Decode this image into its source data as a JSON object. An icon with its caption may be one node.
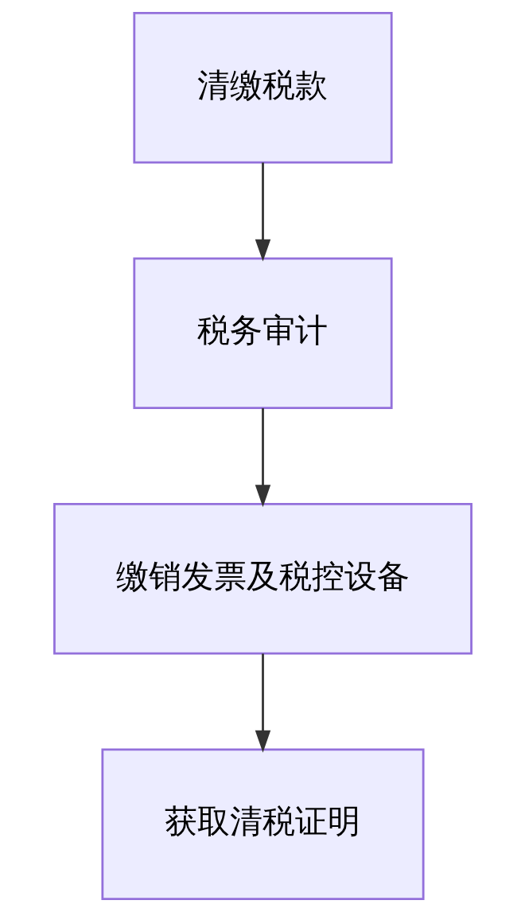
{
  "diagram": {
    "nodes": [
      {
        "text": [
          "清缴税款"
        ]
      },
      {
        "text": [
          "税务审计"
        ]
      },
      {
        "text": [
          "缴销发票及税控设备"
        ]
      },
      {
        "text": [
          "获取清税证明"
        ]
      }
    ],
    "edges": [
      {
        "from": 0,
        "to": 1,
        "arrow": "to"
      },
      {
        "from": 1,
        "to": 2,
        "arrow": "to"
      },
      {
        "from": 2,
        "to": 3,
        "arrow": "to"
      }
    ]
  }
}
